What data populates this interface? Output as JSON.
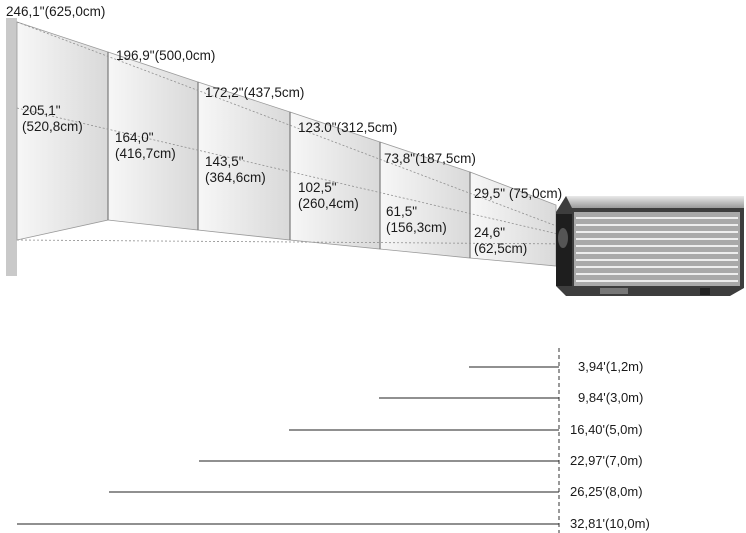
{
  "screens": [
    {
      "diagonal": "246,1\"(625,0cm)",
      "width": "205,1\"\n(520,8cm)",
      "distance": "32,81'(10,0m)"
    },
    {
      "diagonal": "196,9\"(500,0cm)",
      "width": "164,0\"\n(416,7cm)",
      "distance": "26,25'(8,0m)"
    },
    {
      "diagonal": "172,2\"(437,5cm)",
      "width": "143,5\"\n(364,6cm)",
      "distance": "22,97'(7,0m)"
    },
    {
      "diagonal": "123.0\"(312,5cm)",
      "width": "102,5\"\n(260,4cm)",
      "distance": "16,40'(5,0m)"
    },
    {
      "diagonal": "73,8\"(187,5cm)",
      "width": "61,5\"\n(156,3cm)",
      "distance": "9,84'(3,0m)"
    },
    {
      "diagonal": "29,5\" (75,0cm)",
      "width": "24,6\"\n(62,5cm)",
      "distance": "3,94'(1,2m)"
    }
  ],
  "colors": {
    "screen_light": "#f4f4f4",
    "screen_dark": "#cfcfcf",
    "frame": "#8a8a8a",
    "projector_body": "#3a3a3a",
    "projector_grille": "#b9b9b9"
  }
}
